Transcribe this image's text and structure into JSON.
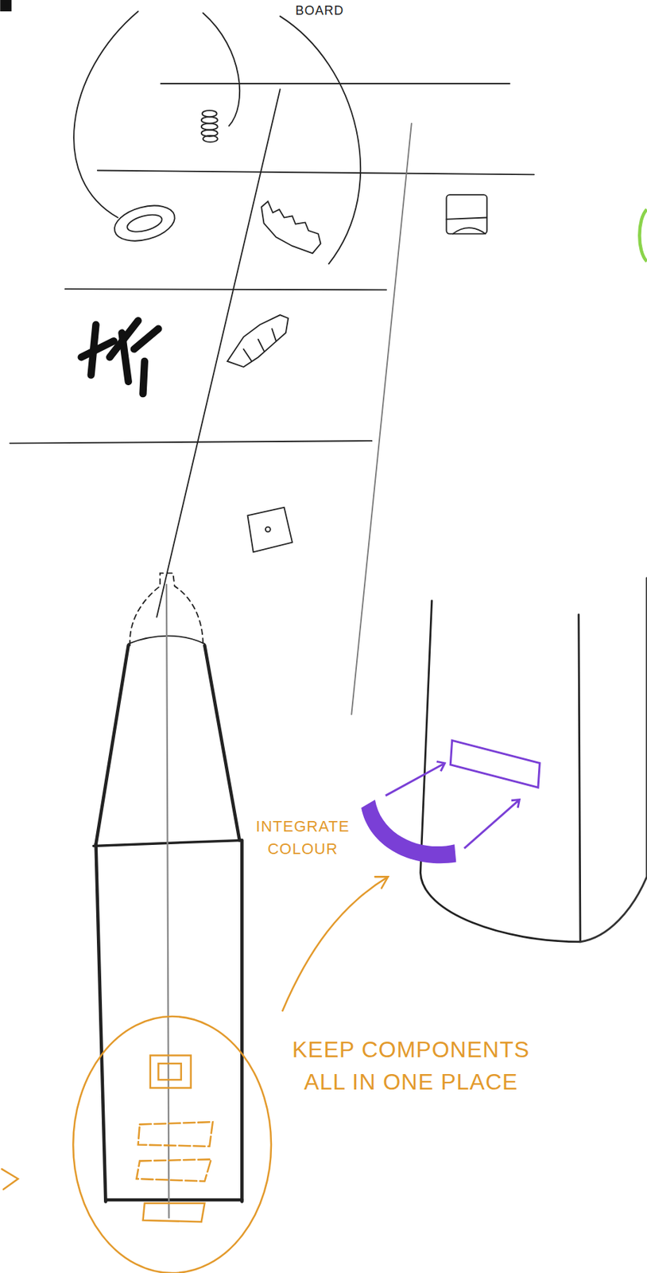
{
  "diagram": {
    "labels": [
      "BOARD",
      "INTEGRATE COLOUR",
      "KEEP COMPONENTS ALL IN ONE PLACE"
    ]
  }
}
